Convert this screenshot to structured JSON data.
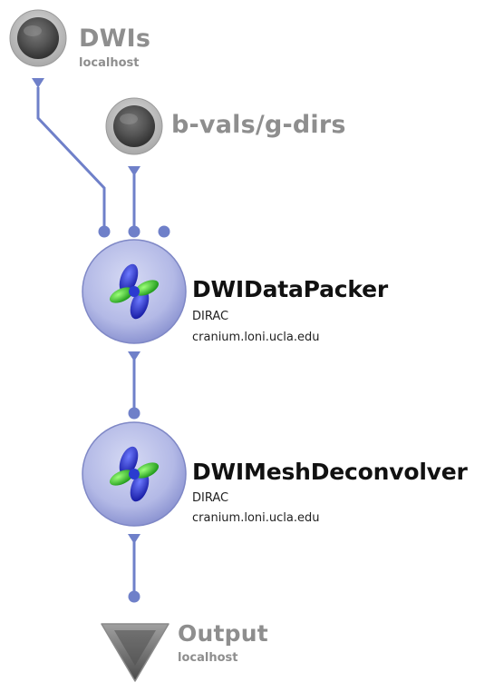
{
  "nodes": {
    "dwis": {
      "title": "DWIs",
      "host": "localhost"
    },
    "bvals": {
      "title": "b-vals/g-dirs"
    },
    "packer": {
      "title": "DWIDataPacker",
      "package": "DIRAC",
      "server": "cranium.loni.ucla.edu"
    },
    "deconvolver": {
      "title": "DWIMeshDeconvolver",
      "package": "DIRAC",
      "server": "cranium.loni.ucla.edu"
    },
    "output": {
      "title": "Output",
      "host": "localhost"
    }
  },
  "colors": {
    "connection": "#6f80c9",
    "module_fill": "#b7bde8",
    "source_fill": "#9c9c9c",
    "output_fill": "#7a7a7a",
    "gray_text": "#8e8e8e"
  }
}
